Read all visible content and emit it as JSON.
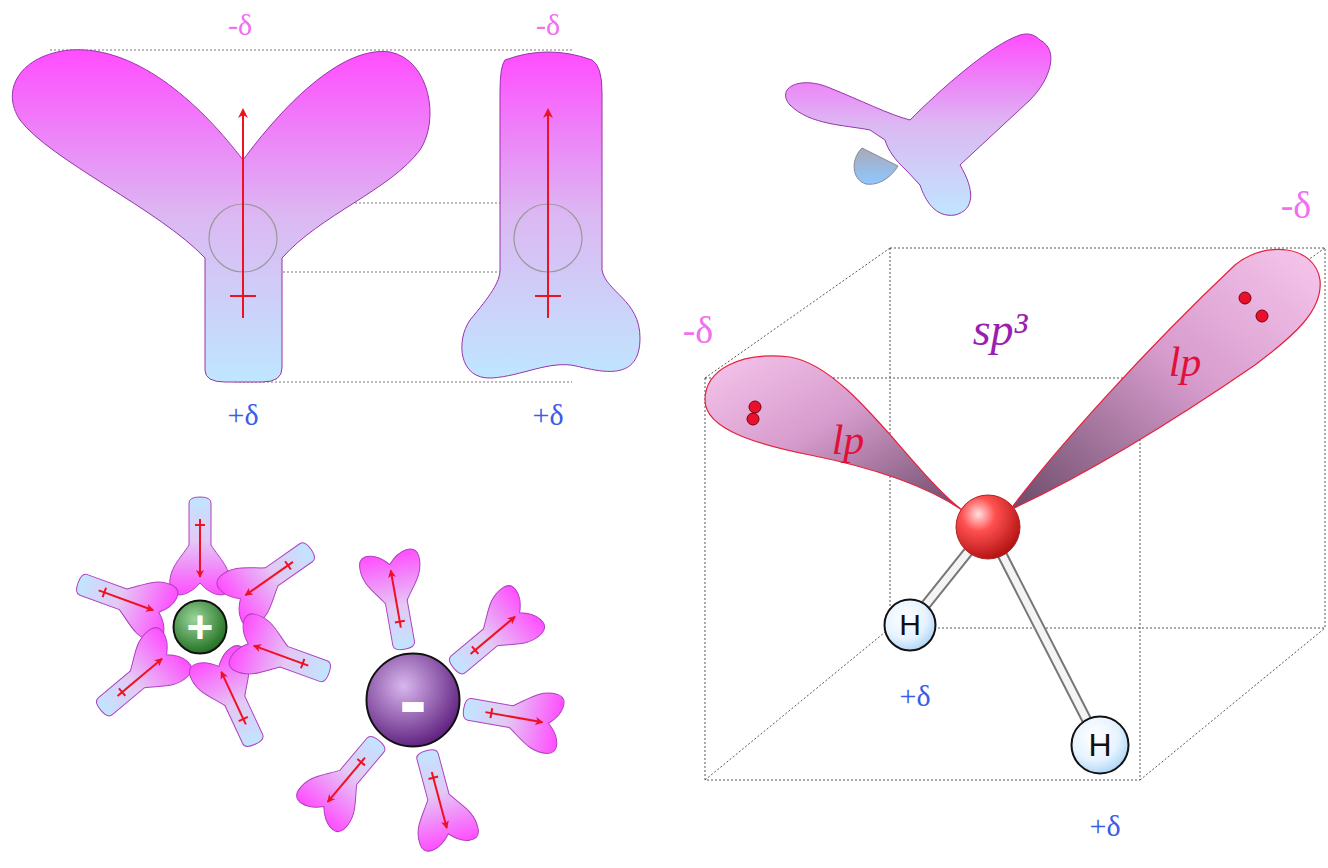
{
  "diagram": {
    "nodes": [
      {
        "text": [
          "lp"
        ]
      },
      {
        "text": [
          "lp"
        ]
      },
      {
        "text": [
          "H"
        ]
      },
      {
        "text": [
          "H"
        ]
      },
      {
        "text": [
          "+"
        ]
      },
      {
        "text": [
          "-"
        ]
      }
    ],
    "labels": [
      "-δ",
      "-δ",
      "+δ",
      "+δ",
      "-δ",
      "-δ",
      "sp³",
      "+δ",
      "+δ"
    ]
  }
}
